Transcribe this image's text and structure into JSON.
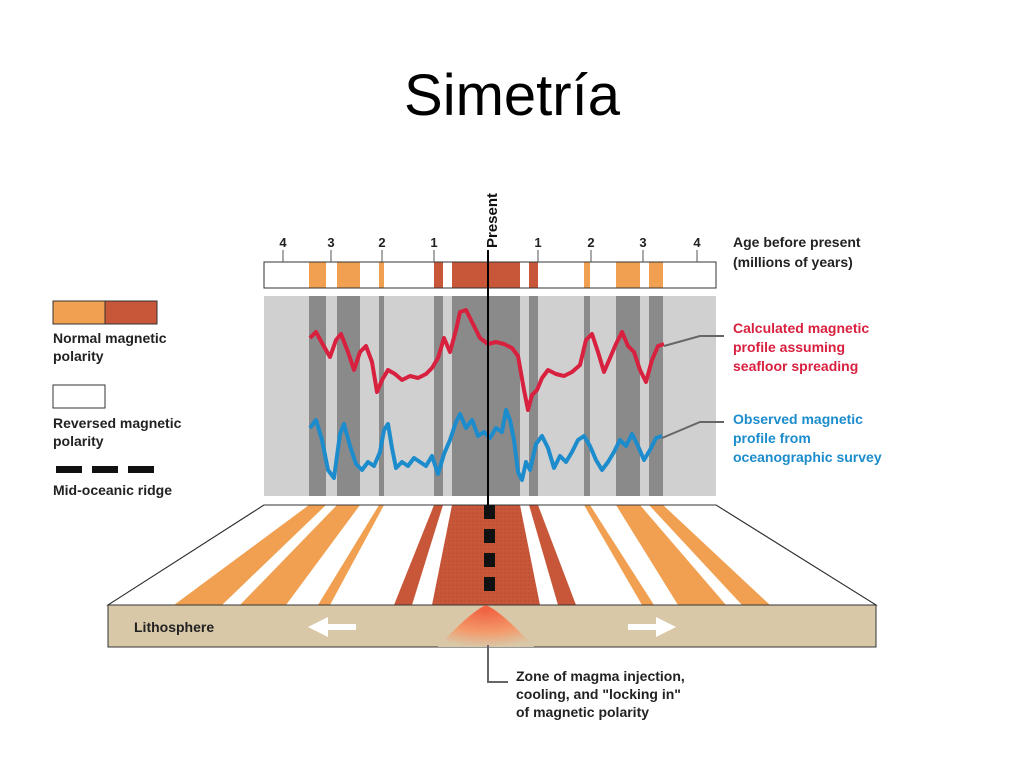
{
  "slide": {
    "title": "Simetría"
  },
  "colors": {
    "normal_young": "#c8573a",
    "normal_old": "#f0a050",
    "reversed": "#ffffff",
    "profile_calculated": "#d8203f",
    "profile_observed": "#1c8ccc",
    "profile_band_bg": "#d0d0d0",
    "profile_band_dark": "#8a8a8a",
    "lithosphere": "#d8c8a8"
  },
  "diagram": {
    "present_label": "Present",
    "age_ticks_left": [
      "4",
      "3",
      "2",
      "1"
    ],
    "age_ticks_right": [
      "1",
      "2",
      "3",
      "4"
    ],
    "age_label_line1": "Age before present",
    "age_label_line2": "(millions of years)",
    "legend": {
      "normal_line1": "Normal magnetic",
      "normal_line2": "polarity",
      "reversed_line1": "Reversed magnetic",
      "reversed_line2": "polarity",
      "ridge": "Mid-oceanic ridge"
    },
    "calculated_line1": "Calculated magnetic",
    "calculated_line2": "profile assuming",
    "calculated_line3": "seafloor spreading",
    "observed_line1": "Observed magnetic",
    "observed_line2": "profile from",
    "observed_line3": "oceanographic survey",
    "lithosphere_label": "Lithosphere",
    "zone_line1": "Zone of magma injection,",
    "zone_line2": "cooling, and \"locking in\"",
    "zone_line3": "of magnetic polarity"
  }
}
